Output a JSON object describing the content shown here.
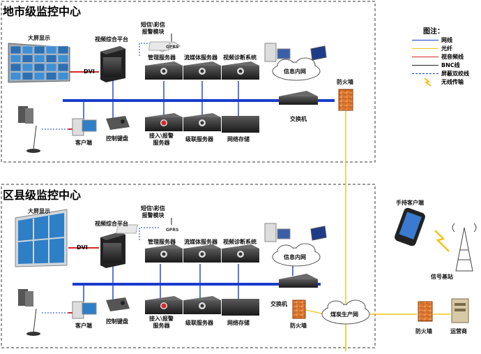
{
  "sections": {
    "city": {
      "title": "地市级监控中心",
      "big_screen": "大屏显示",
      "video_platform": "视频综合平台",
      "sms_module": "短信\\彩信\n报警模块",
      "mgmt_server": "管理服务器",
      "stream_server": "流媒体服务器",
      "diag_system": "视频诊断系统",
      "intranet": "信息内网",
      "firewall": "防火墙",
      "switch": "交换机",
      "client": "客户端",
      "keyboard": "控制键盘",
      "access_server": "接入\\报警\n服务器",
      "cascade_server": "级联服务器",
      "net_storage": "网络存储",
      "dvi": "DVI",
      "gprs": "GPRS"
    },
    "county": {
      "title": "区县级监控中心",
      "big_screen": "大屏显示",
      "video_platform": "视频综合平台",
      "sms_module": "短信\\彩信\n报警模块",
      "mgmt_server": "管理服务器",
      "stream_server": "流媒体服务器",
      "diag_system": "视频诊断系统",
      "intranet": "信息内网",
      "switch": "交换机",
      "firewall": "防火墙",
      "client": "客户端",
      "keyboard": "控制键盘",
      "access_server": "接入\\报警\n服务器",
      "cascade_server": "级联服务器",
      "net_storage": "网络存储",
      "dvi": "DVI",
      "gprs": "GPRS"
    }
  },
  "external": {
    "production_net": "煤炭生产网",
    "firewall": "防火墙",
    "operator": "运营商",
    "handheld_client": "手持客户端",
    "base_station": "信号基站"
  },
  "legend": {
    "title": "图注：",
    "items": [
      {
        "label": "网线",
        "color": "#1a3ccc",
        "style": "solid"
      },
      {
        "label": "光纤",
        "color": "#f0c419",
        "style": "solid"
      },
      {
        "label": "视音频线",
        "color": "#d62828",
        "style": "solid"
      },
      {
        "label": "BNC线",
        "color": "#222222",
        "style": "solid"
      },
      {
        "label": "屏蔽双绞线",
        "color": "#1a3ccc",
        "style": "dashed"
      },
      {
        "label": "无线传输",
        "color": "#f0c419",
        "style": "bolt"
      }
    ]
  },
  "colors": {
    "lan": "#1a3ccc",
    "fiber": "#f0c419",
    "av": "#d62828",
    "bnc": "#222222"
  }
}
